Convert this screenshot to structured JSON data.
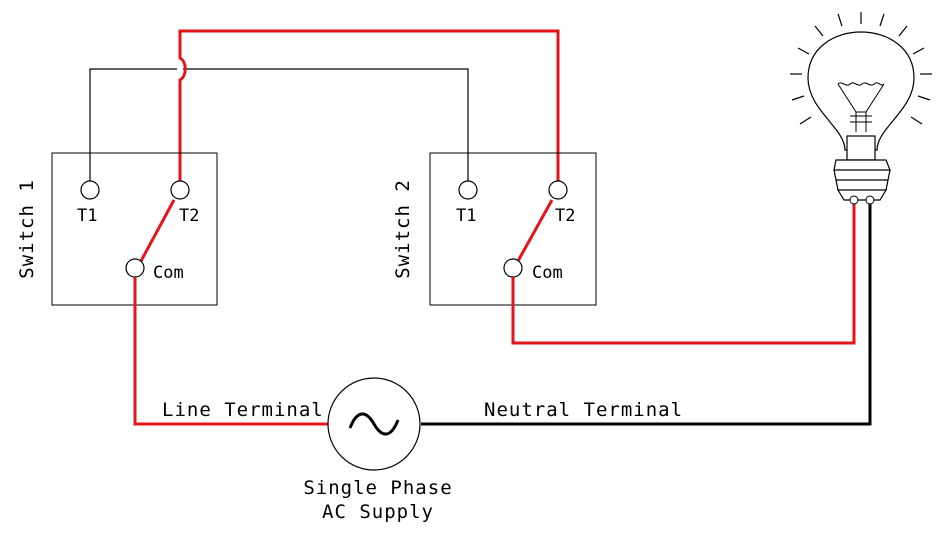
{
  "switch1": {
    "title": "Switch 1",
    "t1": "T1",
    "t2": "T2",
    "com": "Com"
  },
  "switch2": {
    "title": "Switch 2",
    "t1": "T1",
    "t2": "T2",
    "com": "Com"
  },
  "supply": {
    "line_label": "Line Terminal",
    "neutral_label": "Neutral Terminal",
    "name_line1": "Single Phase",
    "name_line2": "AC Supply"
  },
  "colors": {
    "line_wire": "#e4141b",
    "neutral_wire": "#000000",
    "traveler_wire": "#000000"
  }
}
